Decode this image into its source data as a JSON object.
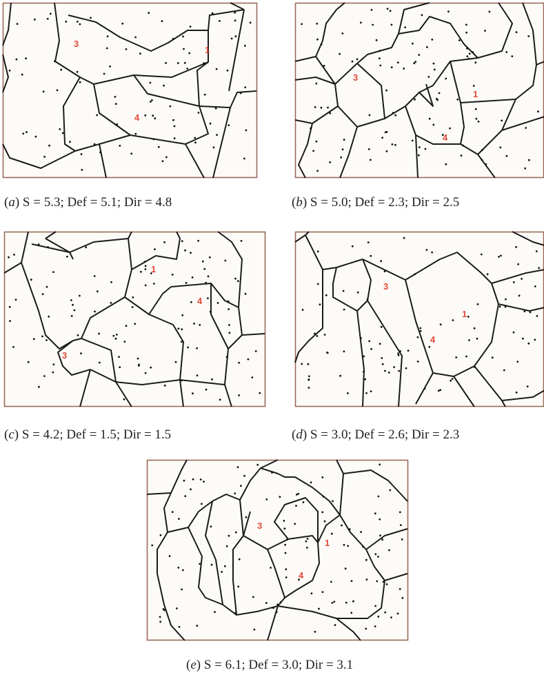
{
  "panels": [
    {
      "id": "a",
      "letter": "a",
      "stats": "S = 5.3; Def = 5.1; Dir = 4.8",
      "markers": [
        "3",
        "1",
        "4"
      ]
    },
    {
      "id": "b",
      "letter": "b",
      "stats": "S = 5.0; Def = 2.3; Dir = 2.5",
      "markers": [
        "3",
        "1",
        "4"
      ]
    },
    {
      "id": "c",
      "letter": "c",
      "stats": "S = 4.2; Def = 1.5; Dir = 1.5",
      "markers": [
        "1",
        "4",
        "3"
      ]
    },
    {
      "id": "d",
      "letter": "d",
      "stats": "S = 3.0; Def = 2.6; Dir = 2.3",
      "markers": [
        "3",
        "1",
        "4"
      ]
    },
    {
      "id": "e",
      "letter": "e",
      "stats": "S = 6.1; Def = 3.0; Dir = 3.1",
      "markers": [
        "3",
        "1",
        "4"
      ]
    }
  ],
  "colors": {
    "border": "#9a6a5a",
    "lines": "#1a1a1a",
    "dots": "#111111",
    "markers": "#e04a3a",
    "background": "#fdfbf7"
  }
}
